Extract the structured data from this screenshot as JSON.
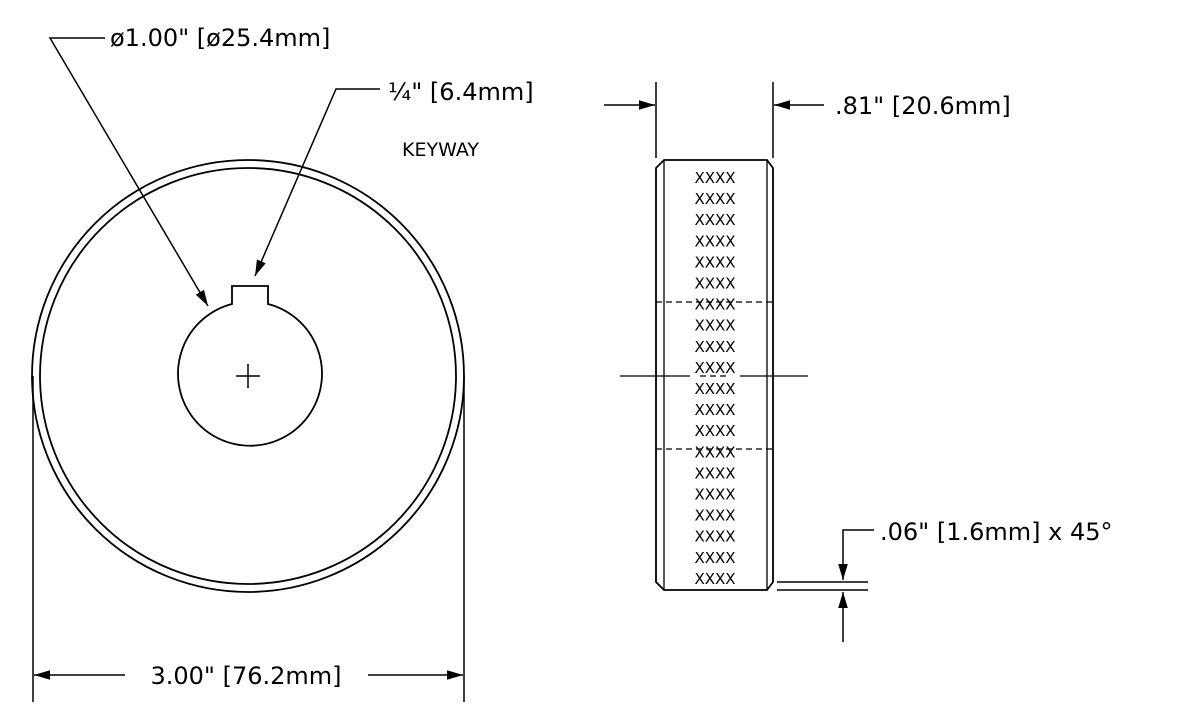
{
  "front_view": {
    "bore_label": "ø1.00\" [ø25.4mm]",
    "keyway_size_label": "¼\" [6.4mm]",
    "keyway_note": "KEYWAY",
    "outer_diameter_label": "3.00\" [76.2mm]"
  },
  "side_view": {
    "width_label": ".81\" [20.6mm]",
    "chamfer_label": ".06\" [1.6mm] x 45°",
    "knurl_mark": "XXXX",
    "knurl_rows": 20
  }
}
